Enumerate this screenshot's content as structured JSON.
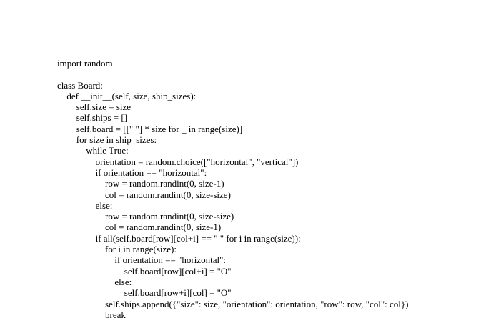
{
  "document": {
    "lines": [
      {
        "indent": 0,
        "text": "import random"
      },
      {
        "indent": 0,
        "text": ""
      },
      {
        "indent": 0,
        "text": "class Board:"
      },
      {
        "indent": 1,
        "text": "def __init__(self, size, ship_sizes):"
      },
      {
        "indent": 2,
        "text": "self.size = size"
      },
      {
        "indent": 2,
        "text": "self.ships = []"
      },
      {
        "indent": 2,
        "text": "self.board = [[\" \"] * size for _ in range(size)]"
      },
      {
        "indent": 2,
        "text": "for size in ship_sizes:"
      },
      {
        "indent": 3,
        "text": "while True:"
      },
      {
        "indent": 4,
        "text": "orientation = random.choice([\"horizontal\", \"vertical\"])"
      },
      {
        "indent": 4,
        "text": "if orientation == \"horizontal\":"
      },
      {
        "indent": 5,
        "text": "row = random.randint(0, size-1)"
      },
      {
        "indent": 5,
        "text": "col = random.randint(0, size-size)"
      },
      {
        "indent": 4,
        "text": "else:"
      },
      {
        "indent": 5,
        "text": "row = random.randint(0, size-size)"
      },
      {
        "indent": 5,
        "text": "col = random.randint(0, size-1)"
      },
      {
        "indent": 4,
        "text": "if all(self.board[row][col+i] == \" \" for i in range(size)):"
      },
      {
        "indent": 5,
        "text": "for i in range(size):"
      },
      {
        "indent": 6,
        "text": "if orientation == \"horizontal\":"
      },
      {
        "indent": 7,
        "text": "self.board[row][col+i] = \"O\""
      },
      {
        "indent": 6,
        "text": "else:"
      },
      {
        "indent": 7,
        "text": "self.board[row+i][col] = \"O\""
      },
      {
        "indent": 5,
        "text": "self.ships.append({\"size\": size, \"orientation\": orientation, \"row\": row, \"col\": col})"
      },
      {
        "indent": 5,
        "text": "break"
      }
    ]
  }
}
